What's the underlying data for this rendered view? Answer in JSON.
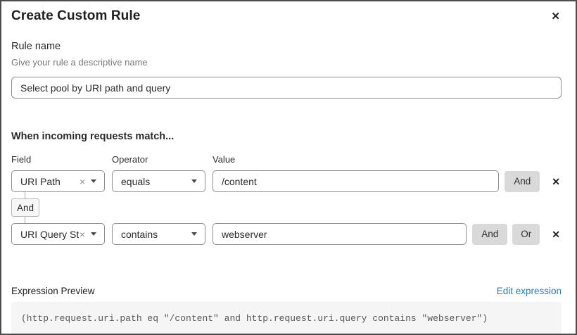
{
  "dialog": {
    "title": "Create Custom Rule",
    "close_icon": "✕"
  },
  "rule_name": {
    "label": "Rule name",
    "helper": "Give your rule a descriptive name",
    "value": "Select pool by URI path and query"
  },
  "match": {
    "heading": "When incoming requests match...",
    "column_labels": {
      "field": "Field",
      "operator": "Operator",
      "value": "Value"
    },
    "connector_label": "And",
    "rows": [
      {
        "field": "URI Path",
        "operator": "equals",
        "value": "/content",
        "clear_icon": "×",
        "and_button": "And",
        "remove_icon": "✕"
      },
      {
        "field": "URI Query St...",
        "operator": "contains",
        "value": "webserver",
        "clear_icon": "×",
        "and_button": "And",
        "or_button": "Or",
        "remove_icon": "✕"
      }
    ]
  },
  "expression": {
    "label": "Expression Preview",
    "edit_link": "Edit expression",
    "preview": "(http.request.uri.path eq \"/content\" and http.request.uri.query contains \"webserver\")"
  },
  "colors": {
    "link": "#2c7bb3",
    "button_bg": "#d9d9d9",
    "code_bg": "#f5f5f5",
    "border": "#8e8e8e"
  }
}
